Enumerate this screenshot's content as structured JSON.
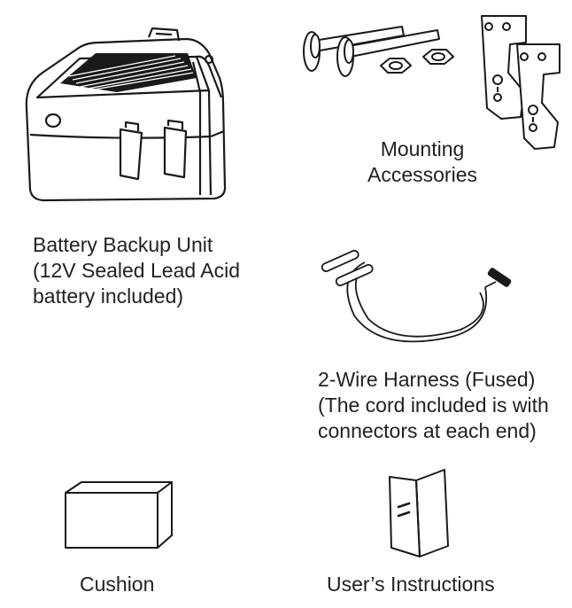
{
  "items": [
    {
      "name": "battery_backup_unit",
      "icon": "battery-backup-unit-illustration",
      "lines": [
        "Battery Backup Unit",
        "(12V Sealed Lead Acid",
        "battery included)"
      ]
    },
    {
      "name": "mounting_accessories",
      "icon": "mounting-accessories-illustration",
      "lines": [
        "Mounting",
        "Accessories"
      ]
    },
    {
      "name": "two_wire_harness",
      "icon": "wire-harness-illustration",
      "lines": [
        "2-Wire Harness (Fused)",
        "(The cord included is with",
        "connectors at each end)"
      ]
    },
    {
      "name": "cushion",
      "icon": "cushion-box-illustration",
      "lines": [
        "Cushion"
      ]
    },
    {
      "name": "users_instructions",
      "icon": "instruction-booklet-illustration",
      "lines": [
        "User’s Instructions"
      ]
    }
  ]
}
